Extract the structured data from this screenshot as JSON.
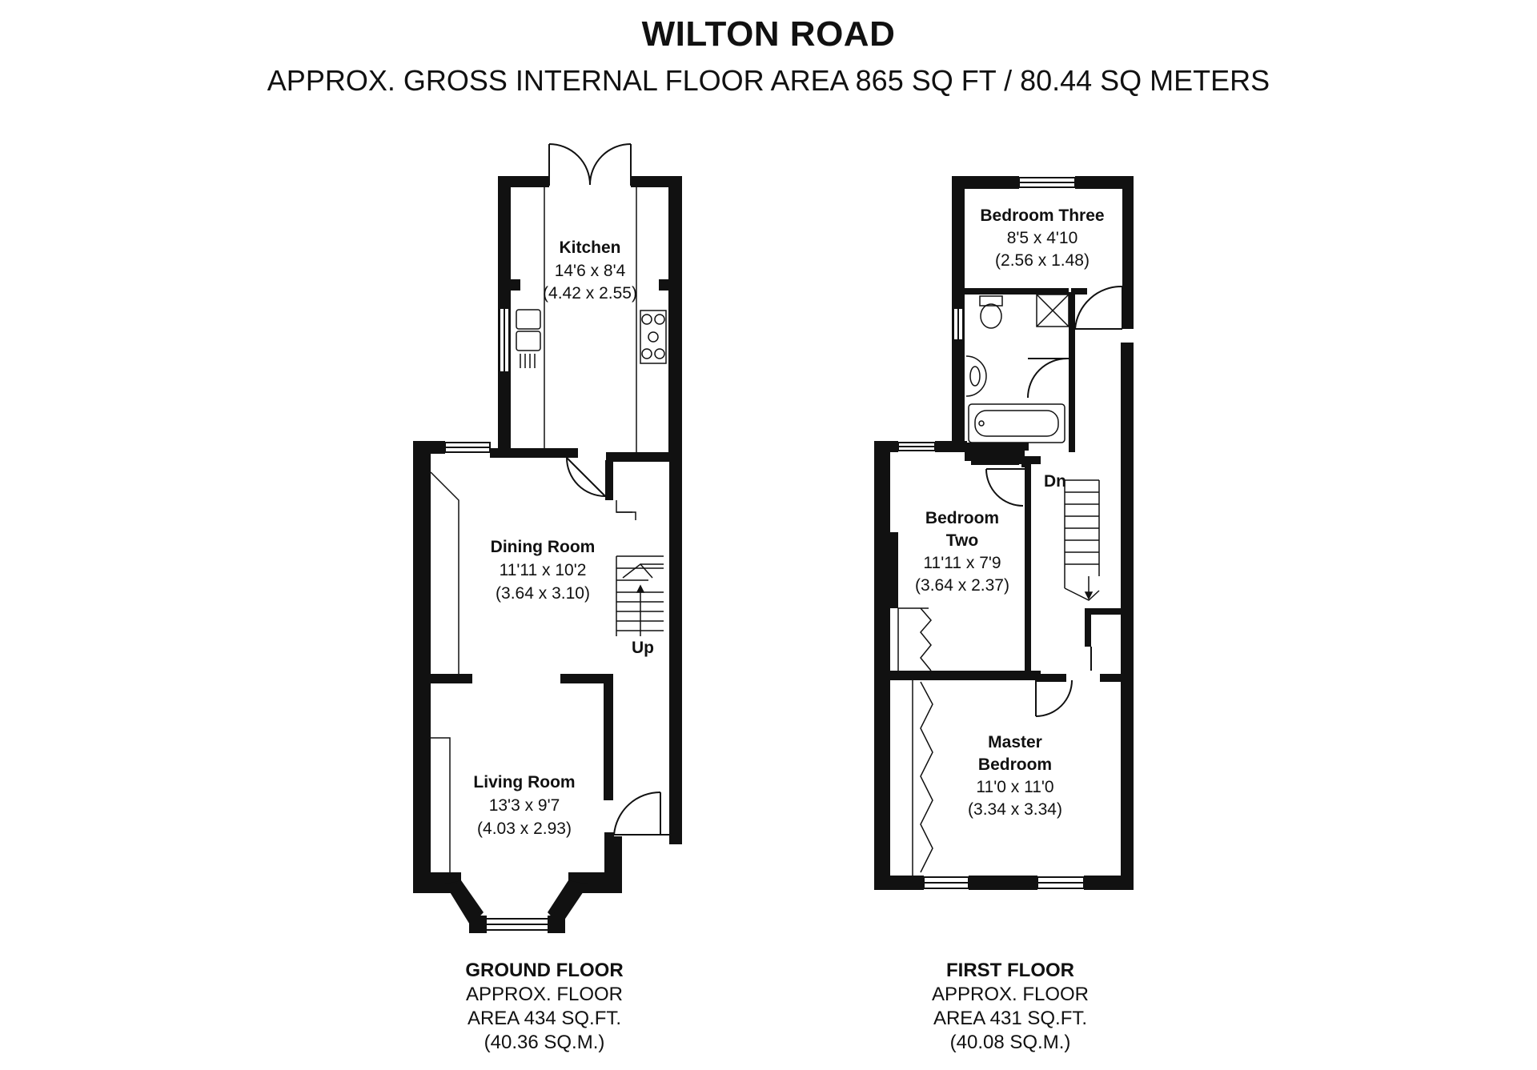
{
  "header": {
    "title": "WILTON ROAD",
    "subtitle": "APPROX. GROSS INTERNAL FLOOR AREA 865 SQ FT / 80.44 SQ METERS"
  },
  "ground_floor": {
    "rooms": {
      "kitchen": {
        "name": "Kitchen",
        "imperial": "14'6 x 8'4",
        "metric": "(4.42 x 2.55)"
      },
      "dining_room": {
        "name": "Dining Room",
        "imperial": "11'11 x 10'2",
        "metric": "(3.64 x 3.10)"
      },
      "living_room": {
        "name": "Living Room",
        "imperial": "13'3 x 9'7",
        "metric": "(4.03 x 2.93)"
      }
    },
    "stairs_label": "Up",
    "caption": {
      "title": "GROUND FLOOR",
      "line1": "APPROX. FLOOR",
      "line2": "AREA 434 SQ.FT.",
      "line3": "(40.36 SQ.M.)"
    }
  },
  "first_floor": {
    "rooms": {
      "bedroom_three": {
        "name": "Bedroom Three",
        "imperial": "8'5 x 4'10",
        "metric": "(2.56 x 1.48)"
      },
      "bedroom_two": {
        "name_line1": "Bedroom",
        "name_line2": "Two",
        "imperial": "11'11 x 7'9",
        "metric": "(3.64 x 2.37)"
      },
      "master_bedroom": {
        "name_line1": "Master",
        "name_line2": "Bedroom",
        "imperial": "11'0 x 11'0",
        "metric": "(3.34 x 3.34)"
      }
    },
    "stairs_label": "Dn",
    "caption": {
      "title": "FIRST FLOOR",
      "line1": "APPROX. FLOOR",
      "line2": "AREA 431 SQ.FT.",
      "line3": "(40.08 SQ.M.)"
    }
  }
}
